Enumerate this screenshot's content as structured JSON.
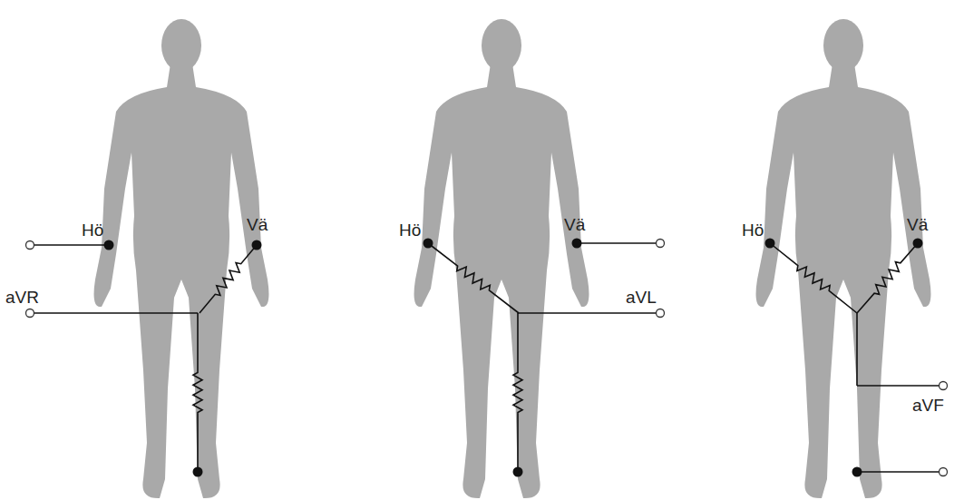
{
  "diagram": {
    "labels": [
      "Hö",
      "Vä",
      "aVR",
      "Hö",
      "Vä",
      "aVL",
      "Hö",
      "Vä",
      "aVF"
    ]
  }
}
